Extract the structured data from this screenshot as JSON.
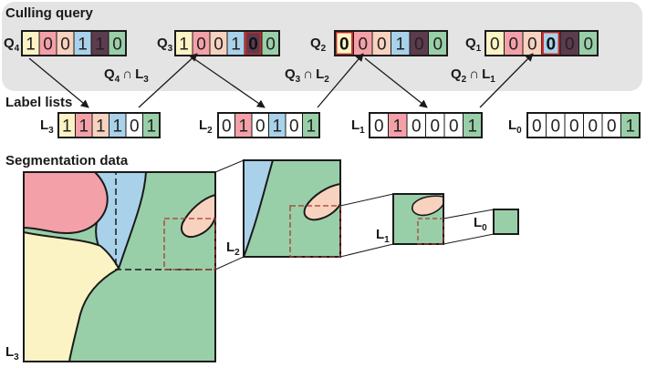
{
  "headings": {
    "culling_query": "Culling query",
    "label_lists": "Label lists",
    "segmentation_data": "Segmentation data"
  },
  "colors": {
    "c0": "#fbf3c4",
    "c1": "#f4a0a8",
    "c2": "#f7d2bf",
    "c3": "#a9d2ea",
    "c4": "#5b3b4d",
    "c5": "#99cfa8",
    "outline_red": "#c42a2a",
    "panel": "#e4e4e4"
  },
  "queries": [
    {
      "label": "Q",
      "sub": "4",
      "bits": [
        "1",
        "0",
        "0",
        "1",
        "1",
        "0"
      ],
      "highlight": -1
    },
    {
      "label": "Q",
      "sub": "3",
      "bits": [
        "1",
        "0",
        "0",
        "1",
        "0",
        "0"
      ],
      "highlight": 4
    },
    {
      "label": "Q",
      "sub": "2",
      "bits": [
        "0",
        "0",
        "0",
        "1",
        "0",
        "0"
      ],
      "highlight": 0
    },
    {
      "label": "Q",
      "sub": "1",
      "bits": [
        "0",
        "0",
        "0",
        "0",
        "0",
        "0"
      ],
      "highlight": 3
    }
  ],
  "label_lists": [
    {
      "label": "L",
      "sub": "3",
      "bits": [
        "1",
        "1",
        "1",
        "1",
        "0",
        "1"
      ]
    },
    {
      "label": "L",
      "sub": "2",
      "bits": [
        "0",
        "1",
        "0",
        "1",
        "0",
        "1"
      ]
    },
    {
      "label": "L",
      "sub": "1",
      "bits": [
        "0",
        "1",
        "0",
        "0",
        "0",
        "1"
      ]
    },
    {
      "label": "L",
      "sub": "0",
      "bits": [
        "0",
        "0",
        "0",
        "0",
        "0",
        "1"
      ]
    }
  ],
  "operations": [
    {
      "a": "Q",
      "a_sub": "4",
      "op": "∩",
      "b": "L",
      "b_sub": "3"
    },
    {
      "a": "Q",
      "a_sub": "3",
      "op": "∩",
      "b": "L",
      "b_sub": "2"
    },
    {
      "a": "Q",
      "a_sub": "2",
      "op": "∩",
      "b": "L",
      "b_sub": "1"
    }
  ],
  "level_labels": [
    {
      "label": "L",
      "sub": "3"
    },
    {
      "label": "L",
      "sub": "2"
    },
    {
      "label": "L",
      "sub": "1"
    },
    {
      "label": "L",
      "sub": "0"
    }
  ]
}
